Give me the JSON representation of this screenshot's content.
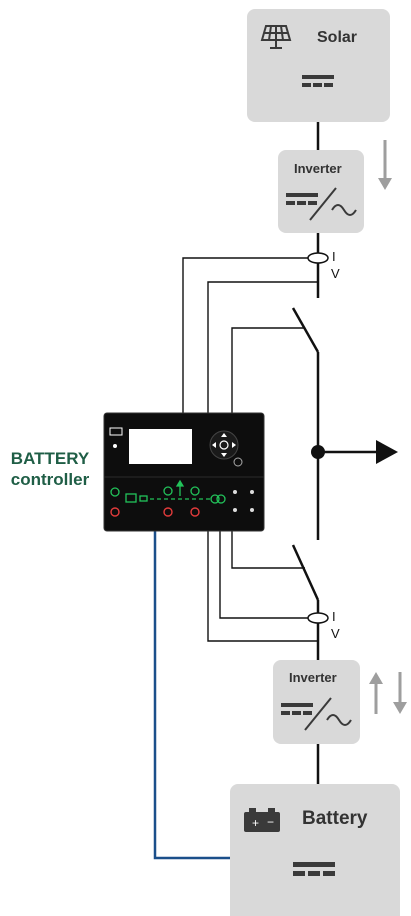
{
  "solar": {
    "label": "Solar"
  },
  "inverter_top": {
    "label": "Inverter",
    "flow_arrow": "down-arrow-icon"
  },
  "inverter_bottom": {
    "label": "Inverter",
    "flow_arrows": [
      "up-arrow-icon",
      "down-arrow-icon"
    ]
  },
  "battery": {
    "label": "Battery"
  },
  "controller": {
    "label_line1": "BATTERY",
    "label_line2": "controller"
  },
  "sensors": {
    "top": {
      "current": "I",
      "voltage": "V"
    },
    "bottom": {
      "current": "I",
      "voltage": "V"
    }
  },
  "colors": {
    "box": "#d9d9d9",
    "line": "#111111",
    "battery_link": "#1b4f8a",
    "controller_text": "#1f5e46",
    "led_green": "#22c35a",
    "led_red": "#e23b3b",
    "arrow_gray": "#9e9e9e"
  }
}
